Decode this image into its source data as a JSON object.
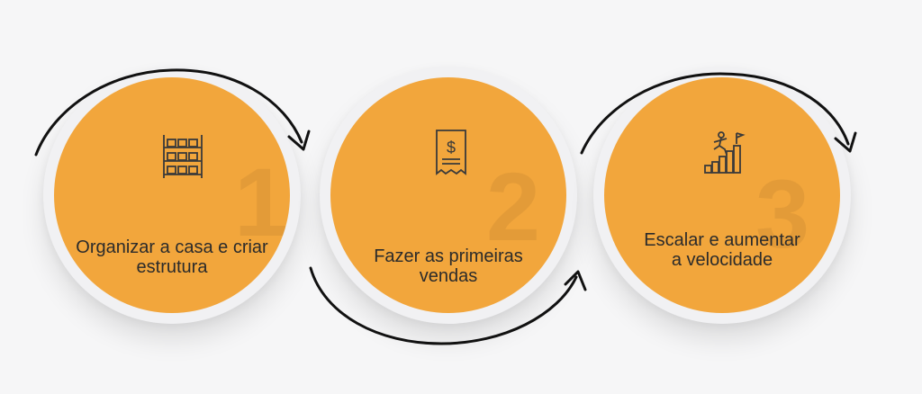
{
  "steps": [
    {
      "number": "1",
      "icon": "shelf-icon",
      "label": "Organizar a casa e criar estrutura"
    },
    {
      "number": "2",
      "icon": "receipt-dollar-icon",
      "label": "Fazer as primeiras vendas"
    },
    {
      "number": "3",
      "icon": "climbing-growth-chart-icon",
      "label": "Escalar e aumentar a velocidade"
    }
  ],
  "colors": {
    "accent": "#f2a63c",
    "ring": "#f1f1f3",
    "arrow": "#111111",
    "text": "#2b2b2b"
  }
}
